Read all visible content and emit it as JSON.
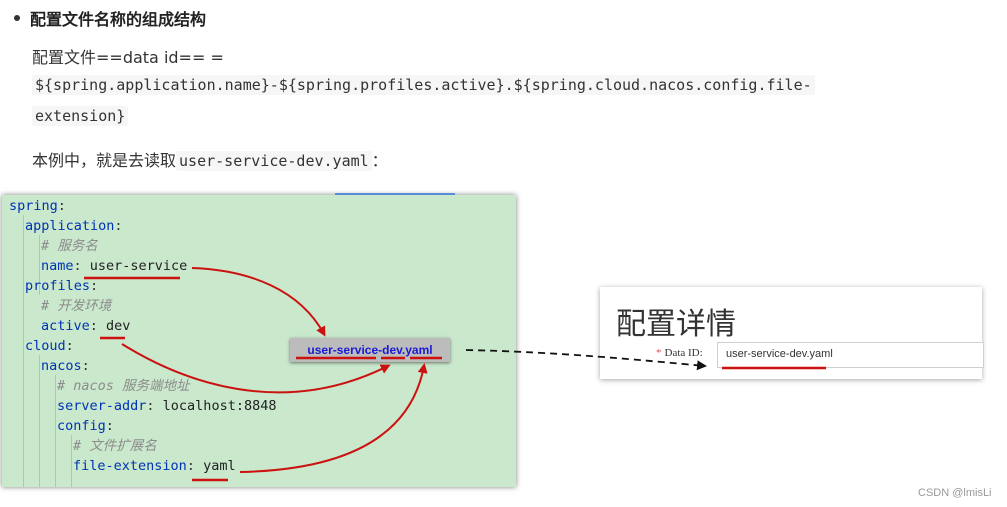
{
  "article": {
    "heading": "配置文件名称的组成结构",
    "line1": "配置文件==data id== =",
    "code1": "${spring.application.name}-${spring.profiles.active}.${spring.cloud.nacos.config.file-",
    "code2": "extension}",
    "line2_prefix": "本例中，就是去读取",
    "line2_code": "user-service-dev.yaml",
    "line2_suffix": "："
  },
  "editor": {
    "lines": [
      {
        "key": "spring",
        "sep": ":",
        "value": "",
        "comment": ""
      },
      {
        "key": "application",
        "sep": ":",
        "value": "",
        "comment": ""
      },
      {
        "key": "",
        "sep": "",
        "value": "",
        "comment": "# 服务名"
      },
      {
        "key": "name",
        "sep": ": ",
        "value": "user-service",
        "comment": ""
      },
      {
        "key": "profiles",
        "sep": ":",
        "value": "",
        "comment": ""
      },
      {
        "key": "",
        "sep": "",
        "value": "",
        "comment": "# 开发环境"
      },
      {
        "key": "active",
        "sep": ": ",
        "value": "dev",
        "comment": ""
      },
      {
        "key": "cloud",
        "sep": ":",
        "value": "",
        "comment": ""
      },
      {
        "key": "nacos",
        "sep": ":",
        "value": "",
        "comment": ""
      },
      {
        "key": "",
        "sep": "",
        "value": "",
        "comment": "# nacos 服务端地址"
      },
      {
        "key": "server-addr",
        "sep": ": ",
        "value": "localhost:8848",
        "comment": ""
      },
      {
        "key": "config",
        "sep": ":",
        "value": "",
        "comment": ""
      },
      {
        "key": "",
        "sep": "",
        "value": "",
        "comment": "# 文件扩展名"
      },
      {
        "key": "file-extension",
        "sep": ": ",
        "value": "yaml",
        "comment": ""
      }
    ]
  },
  "callout": {
    "filename": "user-service-dev.yaml"
  },
  "panel": {
    "title": "配置详情",
    "required_mark": "*",
    "label": "Data ID:",
    "value": "user-service-dev.yaml"
  },
  "watermark": "CSDN @lmisLi",
  "colors": {
    "editor_bg": "#c9e8cc",
    "yaml_key": "#0033b3",
    "annotation_red": "#cc1111",
    "filename_blue": "#1a1ad6"
  }
}
